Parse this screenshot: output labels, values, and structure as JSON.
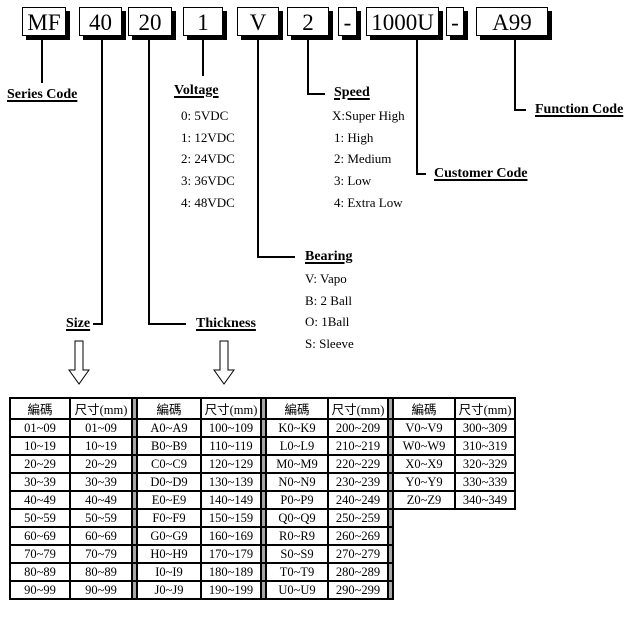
{
  "part_number": {
    "segments": [
      "MF",
      "40",
      "20",
      "1",
      "V",
      "2",
      "-",
      "1000U",
      "-",
      "A99"
    ]
  },
  "fields": {
    "series": {
      "label": "Series Code"
    },
    "size": {
      "label": "Size"
    },
    "thickness": {
      "label": "Thickness"
    },
    "voltage": {
      "label": "Voltage",
      "options": [
        "0: 5VDC",
        "1: 12VDC",
        "2: 24VDC",
        "3: 36VDC",
        "4: 48VDC"
      ]
    },
    "bearing": {
      "label": "Bearing",
      "options": [
        "V: Vapo",
        "B: 2 Ball",
        "O: 1Ball",
        "S: Sleeve"
      ]
    },
    "speed": {
      "label": "Speed",
      "options": [
        "X:Super High",
        "1: High",
        "2: Medium",
        "3: Low",
        "4: Extra Low"
      ]
    },
    "customer": {
      "label": "Customer Code"
    },
    "function": {
      "label": "Function Code"
    }
  },
  "table": {
    "header_code": "編碼",
    "header_size": "尺寸(mm)",
    "groups": [
      {
        "rows": [
          [
            "01~09",
            "01~09"
          ],
          [
            "10~19",
            "10~19"
          ],
          [
            "20~29",
            "20~29"
          ],
          [
            "30~39",
            "30~39"
          ],
          [
            "40~49",
            "40~49"
          ],
          [
            "50~59",
            "50~59"
          ],
          [
            "60~69",
            "60~69"
          ],
          [
            "70~79",
            "70~79"
          ],
          [
            "80~89",
            "80~89"
          ],
          [
            "90~99",
            "90~99"
          ]
        ]
      },
      {
        "rows": [
          [
            "A0~A9",
            "100~109"
          ],
          [
            "B0~B9",
            "110~119"
          ],
          [
            "C0~C9",
            "120~129"
          ],
          [
            "D0~D9",
            "130~139"
          ],
          [
            "E0~E9",
            "140~149"
          ],
          [
            "F0~F9",
            "150~159"
          ],
          [
            "G0~G9",
            "160~169"
          ],
          [
            "H0~H9",
            "170~179"
          ],
          [
            "I0~I9",
            "180~189"
          ],
          [
            "J0~J9",
            "190~199"
          ]
        ]
      },
      {
        "rows": [
          [
            "K0~K9",
            "200~209"
          ],
          [
            "L0~L9",
            "210~219"
          ],
          [
            "M0~M9",
            "220~229"
          ],
          [
            "N0~N9",
            "230~239"
          ],
          [
            "P0~P9",
            "240~249"
          ],
          [
            "Q0~Q9",
            "250~259"
          ],
          [
            "R0~R9",
            "260~269"
          ],
          [
            "S0~S9",
            "270~279"
          ],
          [
            "T0~T9",
            "280~289"
          ],
          [
            "U0~U9",
            "290~299"
          ]
        ]
      },
      {
        "rows": [
          [
            "V0~V9",
            "300~309"
          ],
          [
            "W0~W9",
            "310~319"
          ],
          [
            "X0~X9",
            "320~329"
          ],
          [
            "Y0~Y9",
            "330~339"
          ],
          [
            "Z0~Z9",
            "340~349"
          ]
        ]
      }
    ]
  }
}
